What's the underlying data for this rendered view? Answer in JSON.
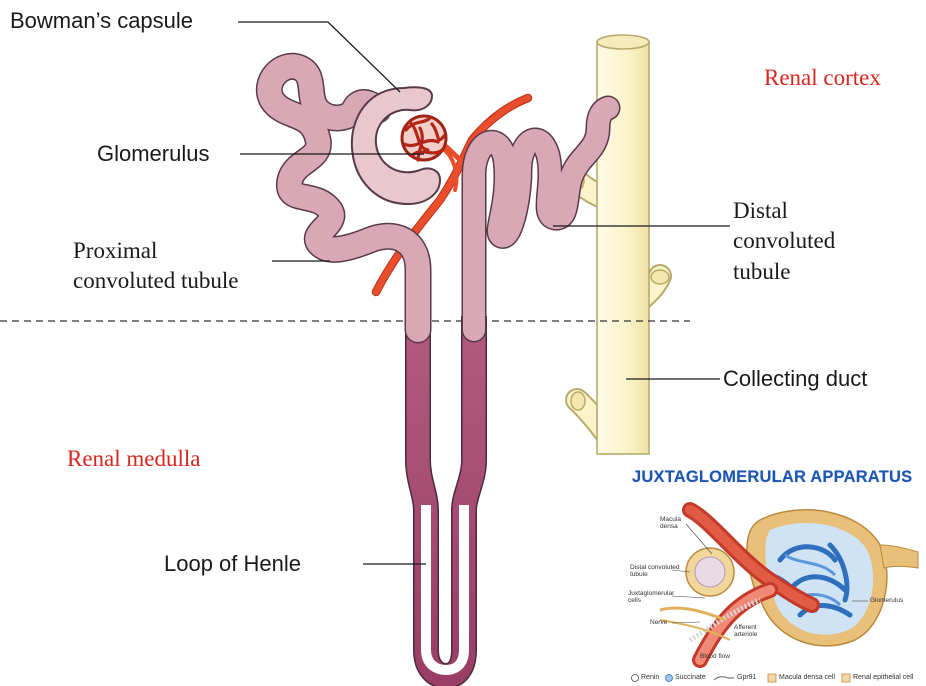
{
  "labels": {
    "bowmans_capsule": "Bowman’s capsule",
    "glomerulus": "Glomerulus",
    "proximal_tubule": [
      "Proximal",
      "convoluted tubule"
    ],
    "distal_tubule": [
      "Distal",
      "convoluted",
      "tubule"
    ],
    "collecting_duct": "Collecting duct",
    "loop_of_henle": "Loop of Henle",
    "renal_cortex": "Renal cortex",
    "renal_medulla": "Renal medulla"
  },
  "inset": {
    "title": "JUXTAGLOMERULAR APPARATUS",
    "labels": {
      "macula_densa": [
        "Macula",
        "densa"
      ],
      "distal_tubule": [
        "Distal convoluted",
        "tubule"
      ],
      "jg_cells": [
        "Juxtaglomerular",
        "cells"
      ],
      "nerve": "Nerve",
      "afferent": [
        "Afferent",
        "arteriole"
      ],
      "blood_flow": "Blood flow",
      "glomerulus": "Glomerulus"
    },
    "legend": [
      "Renin",
      "Succinate",
      "Gpr91",
      "Macula densa cell",
      "Renal epithelial cell"
    ]
  },
  "colors": {
    "tubule": "#d9a8b6",
    "tubule_outline": "#5a3a48",
    "loop": "#a84a71",
    "artery": "#e74b2b",
    "duct": "#fbf3c9",
    "duct_outline": "#cbbf7f",
    "label_red": "#d8261f",
    "inset_title": "#1d55b0"
  }
}
